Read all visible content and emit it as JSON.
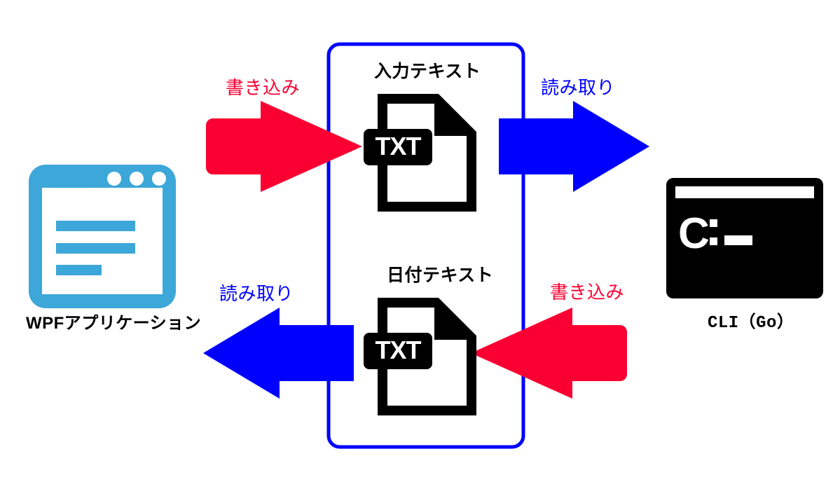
{
  "diagram": {
    "title": "WPF application and Go CLI exchanging data through text files",
    "colors": {
      "red": "#FA0032",
      "blue": "#0000FF",
      "teal": "#3CA7D8",
      "black": "#000000",
      "white": "#FFFFFF"
    },
    "container": {
      "name": "shared-file-area",
      "border_color": "#0000FF"
    },
    "nodes": [
      {
        "id": "wpf-app",
        "label": "WPFアプリケーション",
        "icon": "window-app-icon",
        "color": "#3CA7D8"
      },
      {
        "id": "cli-go",
        "label": "CLI（Go）",
        "icon": "terminal-icon",
        "color": "#000000",
        "prompt": "C:"
      }
    ],
    "files": [
      {
        "id": "input-text-file",
        "label": "入力テキスト",
        "badge": "TXT",
        "icon": "txt-file-icon"
      },
      {
        "id": "date-text-file",
        "label": "日付テキスト",
        "badge": "TXT",
        "icon": "txt-file-icon"
      }
    ],
    "arrows": [
      {
        "id": "arrow-write-top",
        "label": "書き込み",
        "color": "#FA0032",
        "direction": "right",
        "from": "wpf-app",
        "to": "input-text-file"
      },
      {
        "id": "arrow-read-top",
        "label": "読み取り",
        "color": "#0000FF",
        "direction": "right",
        "from": "input-text-file",
        "to": "cli-go"
      },
      {
        "id": "arrow-read-bottom",
        "label": "読み取り",
        "color": "#0000FF",
        "direction": "left",
        "from": "date-text-file",
        "to": "wpf-app"
      },
      {
        "id": "arrow-write-bottom",
        "label": "書き込み",
        "color": "#FA0032",
        "direction": "left",
        "from": "cli-go",
        "to": "date-text-file"
      }
    ]
  }
}
